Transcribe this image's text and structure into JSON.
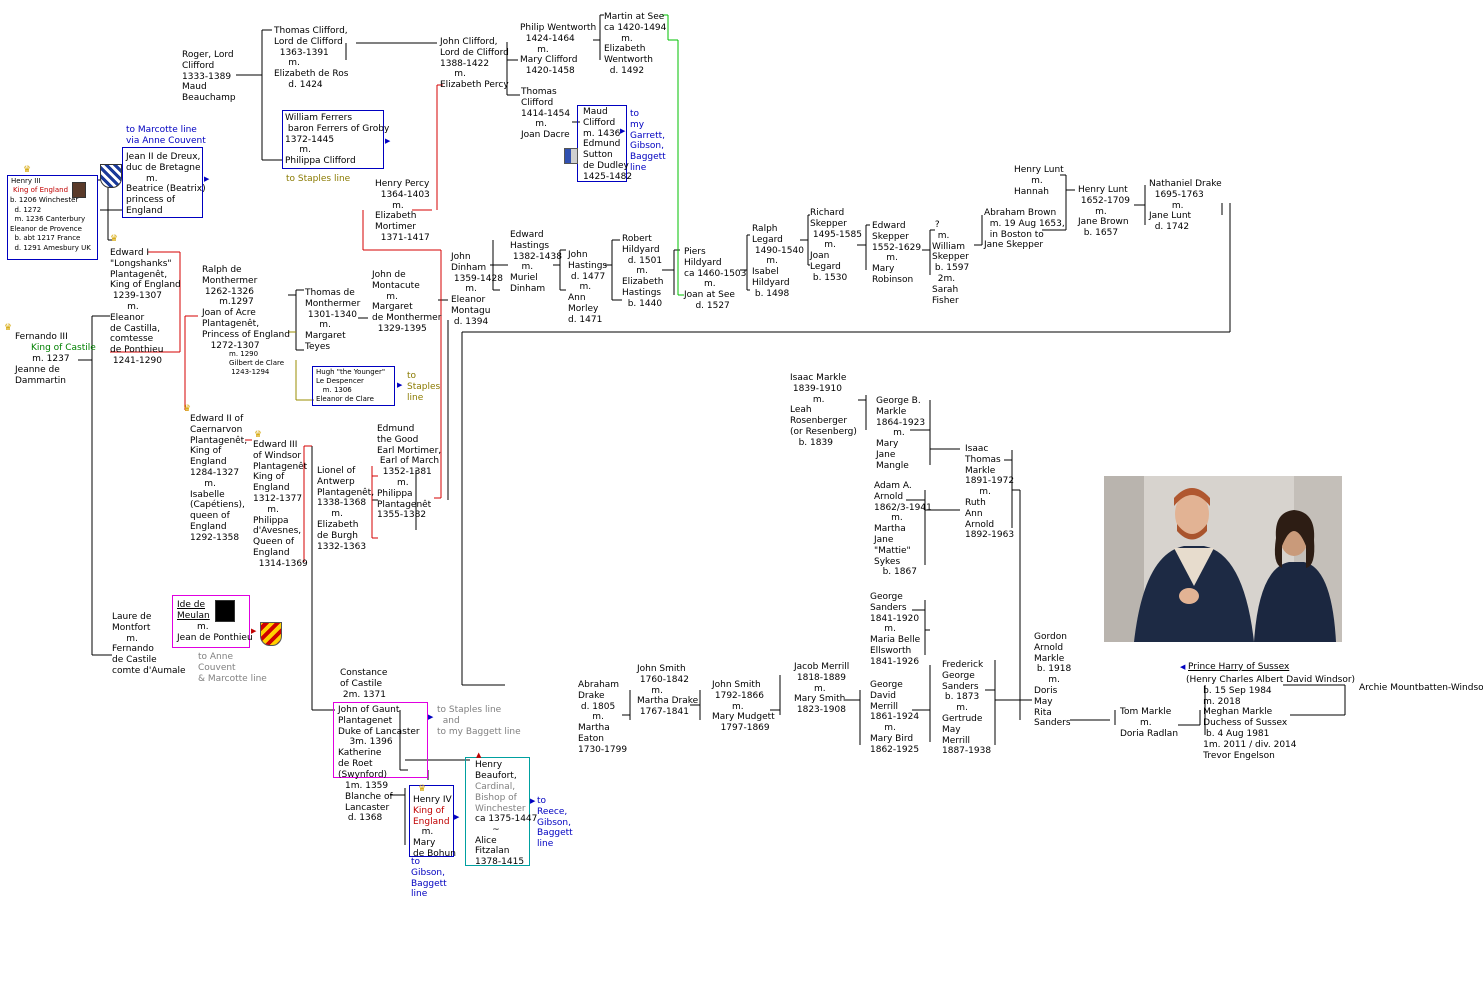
{
  "colors": {
    "line_black": "#000000",
    "line_red": "#d40000",
    "line_green": "#00c000",
    "line_olive": "#9a8c00",
    "box_blue": "#0000c0",
    "box_magenta": "#e000e0",
    "box_teal": "#00a0a0",
    "link_blue": "#0000c0",
    "note_olive": "#8a7a00",
    "note_grey": "#808080"
  },
  "people": {
    "roger_clifford": "Roger, Lord\nClifford\n1333-1389\nMaud\nBeauchamp",
    "thomas_clifford": "Thomas Clifford,\nLord de Clifford\n  1363-1391\n     m.\nElizabeth de Ros\n     d. 1424",
    "william_ferrers": "William Ferrers\n baron Ferrers of Groby\n1372-1445\n     m.\nPhilippa Clifford",
    "john_clifford": "John Clifford,\nLord de Clifford\n1388-1422\n     m.\nElizabeth Percy",
    "philip_wentworth": "Philip Wentworth\n  1424-1464\n      m.\nMary Clifford\n  1420-1458",
    "martin_at_see": "Martin at See\nca 1420-1494\n      m.\nElizabeth\nWentworth\n  d. 1492",
    "thomas_clifford_2": "Thomas\nClifford\n1414-1454\n     m.\nJoan Dacre",
    "maud_clifford": "Maud\nClifford\nm. 1436\nEdmund\nSutton\nde Dudley\n1425-1482",
    "henry_iii_name": "Henry III",
    "henry_iii_title": "King of England",
    "henry_iii_rest": "b. 1206 Winchester\n  d. 1272\n  m. 1236 Canterbury\nEleanor de Provence\n  b. abt 1217 France\n  d. 1291 Amesbury UK",
    "jean_dreux": "Jean II de Dreux,\nduc de Bretagne\n       m.\nBeatrice (Beatrix)\nprincess of\nEngland",
    "henry_percy": "Henry Percy\n  1364-1403\n      m.\nElizabeth\nMortimer\n  1371-1417",
    "edward_i": "Edward I\n\"Longshanks\"\nPlantagenêt,\nKing of England\n 1239-1307\n      m.\nEleanor\nde Castilla,\ncomtesse\nde Ponthieu\n 1241-1290",
    "fernando_iii_name": "Fernando III",
    "fernando_iii_title": "King of Castile",
    "fernando_iii_rest": "      m. 1237\nJeanne de\nDammartin",
    "ralph_monthermer": "Ralph de\nMonthermer\n 1262-1326\n      m.1297\nJoan of Acre\nPlantagenêt,\nPrincess of England\n   1272-1307",
    "gilbert_clare": "m. 1290\nGilbert de Clare\n 1243-1294",
    "thomas_monthermer": "Thomas de\nMonthermer\n 1301-1340\n     m.\nMargaret\nTeyes",
    "john_montacute": "John de\nMontacute\n     m.\nMargaret\nde Monthermer\n  1329-1395",
    "hugh_despencer": "Hugh \"the Younger\"\nLe Despencer\n   m. 1306\nEleanor de Clare",
    "john_dinham": "John\nDinham\n 1359-1428\n     m.\nEleanor\nMontagu\n d. 1394",
    "edward_hastings": "Edward\nHastings\n 1382-1438\n    m.\nMuriel\nDinham",
    "john_hastings": "John\nHastings\n d. 1477\n    m.\nAnn\nMorley\nd. 1471",
    "robert_hildyard": "Robert\nHildyard\n  d. 1501\n     m.\nElizabeth\nHastings\n  b. 1440",
    "piers_hildyard": "Piers\nHildyard\nca 1460-1503\n       m.\nJoan at See\n    d. 1527",
    "ralph_legard": "Ralph\nLegard\n 1490-1540\n     m.\nIsabel\nHildyard\n b. 1498",
    "richard_skepper": "Richard\nSkepper\n 1495-1585\n     m.\nJoan\nLegard\n b. 1530",
    "edward_skepper": "Edward\nSkepper\n1552-1629\n     m.\nMary\nRobinson",
    "william_skepper": " ?\n  m.\nWilliam\nSkepper\n b. 1597\n  2m.\nSarah\nFisher",
    "abraham_brown": "Abraham Brown\n  m. 19 Aug 1653,\n  in Boston to\nJane Skepper",
    "henry_lunt_1": "Henry Lunt\n      m.\nHannah",
    "henry_lunt_2": "Henry Lunt\n 1652-1709\n      m.\nJane Brown\n  b. 1657",
    "nathaniel_drake": "Nathaniel Drake\n  1695-1763\n        m.\nJane Lunt\n  d. 1742",
    "edward_ii": "Edward II of\nCaernarvon\nPlantagenêt,\nKing of\nEngland\n1284-1327\n     m.\nIsabelle\n(Capétiens),\nqueen of\nEngland\n1292-1358",
    "edward_iii": "Edward III\nof Windsor\nPlantagenêt\nKing of\nEngland\n1312-1377\n     m.\nPhilippa\nd'Avesnes,\nQueen of\nEngland\n  1314-1369",
    "lionel": "Lionel of\nAntwerp\nPlantagenêt,\n1338-1368\n     m.\nElizabeth\nde Burgh\n1332-1363",
    "edmund_mortimer": "Edmund\nthe Good\nEarl Mortimer,\n Earl of March\n  1352-1381\n       m.\nPhilippa\nPlantagenêt\n1355-1382",
    "laure_montfort": "Laure de\nMontfort\n     m.\nFernando\nde Castile\ncomte d'Aumale",
    "ide_meulan": "Ide de\nMeulan",
    "jean_ponthieu": "       m.\nJean de Ponthieu",
    "constance": "Constance\nof Castile\n 2m. 1371",
    "john_gaunt": "John of Gaunt\nPlantagenet\nDuke of Lancaster\n    3m. 1396\nKatherine\nde Roet\n(Swynford)",
    "blanche": "1m. 1359\nBlanche of\nLancaster\n d. 1368",
    "henry_iv_name": "Henry IV",
    "henry_iv_title": "King of\nEngland",
    "henry_iv_rest": "   m.\nMary\nde Bohun",
    "henry_beaufort_name": "Henry\nBeaufort,",
    "henry_beaufort_grey": "Cardinal,\nBishop of\nWinchester",
    "henry_beaufort_rest": "ca 1375-1447\n      ~\nAlice\nFitzalan\n1378-1415",
    "abraham_drake": "Abraham\nDrake\n d. 1805\n     m.\nMartha\nEaton\n1730-1799",
    "john_smith_1": "John Smith\n 1760-1842\n     m.\nMartha Drake\n 1767-1841",
    "john_smith_2": "John Smith\n 1792-1866\n       m.\nMary Mudgett\n   1797-1869",
    "jacob_merrill": "Jacob Merrill\n 1818-1889\n       m.\nMary Smith\n 1823-1908",
    "george_merrill": "George\nDavid\nMerrill\n1861-1924\n     m.\nMary Bird\n1862-1925",
    "george_sanders": "George\nSanders\n1841-1920\n     m.\nMaria Belle\nEllsworth\n1841-1926",
    "frederick_sanders": "Frederick\nGeorge\nSanders\n b. 1873\n     m.\nGertrude\nMay\nMerrill\n1887-1938",
    "isaac_markle_1": "Isaac Markle\n 1839-1910\n        m.\nLeah\nRosenberger\n(or Resenberg)\n   b. 1839",
    "george_markle": "George B.\nMarkle\n1864-1923\n      m.\nMary\nJane\nMangle",
    "adam_arnold": "Adam A.\nArnold\n1862/3-1941\n      m.\nMartha\nJane\n\"Mattie\"\nSykes\n   b. 1867",
    "isaac_markle_2": "Isaac\nThomas\nMarkle\n1891-1972\n     m.\nRuth\nAnn\nArnold\n1892-1963",
    "gordon_markle": "Gordon\nArnold\nMarkle\n b. 1918\n     m.\nDoris\nMay\nRita\nSanders",
    "tom_markle": "Tom Markle\n       m.\nDoria Radlan",
    "prince_harry": "Prince Harry of Sussex",
    "prince_harry_rest": "(Henry Charles Albert David Windsor)\n      b. 15 Sep 1984\n      m. 2018\n      Meghan Markle\n      Duchess of Sussex\n       b. 4 Aug 1981\n      1m. 2011 / div. 2014\n      Trevor Engelson",
    "archie": "Archie Mountbatten-Windsor"
  },
  "links": {
    "marcotte": "to Marcotte line\nvia Anne Couvent",
    "staples_1": "to Staples line",
    "staples_2": "to\nStaples\nline",
    "garrett": "to\nmy\nGarrett,\nGibson,\nBaggett\nline",
    "anne_couvent": "to Anne\nCouvent\n& Marcotte line",
    "staples_baggett": "to Staples line\n  and\nto my Baggett line",
    "gibson_baggett": "to\nGibson,\nBaggett\nline",
    "reece": "to\nReece,\nGibson,\nBaggett\nline"
  },
  "icons": {
    "crown": "crown-icon",
    "portrait": "portrait-icon",
    "shield": "coat-of-arms-icon",
    "arrow_right": "arrow-right-icon",
    "arrow_left": "arrow-left-icon",
    "arrow_down": "arrow-down-icon",
    "arrow_up": "arrow-up-icon"
  },
  "photo": {
    "subject": "couple-photo"
  }
}
